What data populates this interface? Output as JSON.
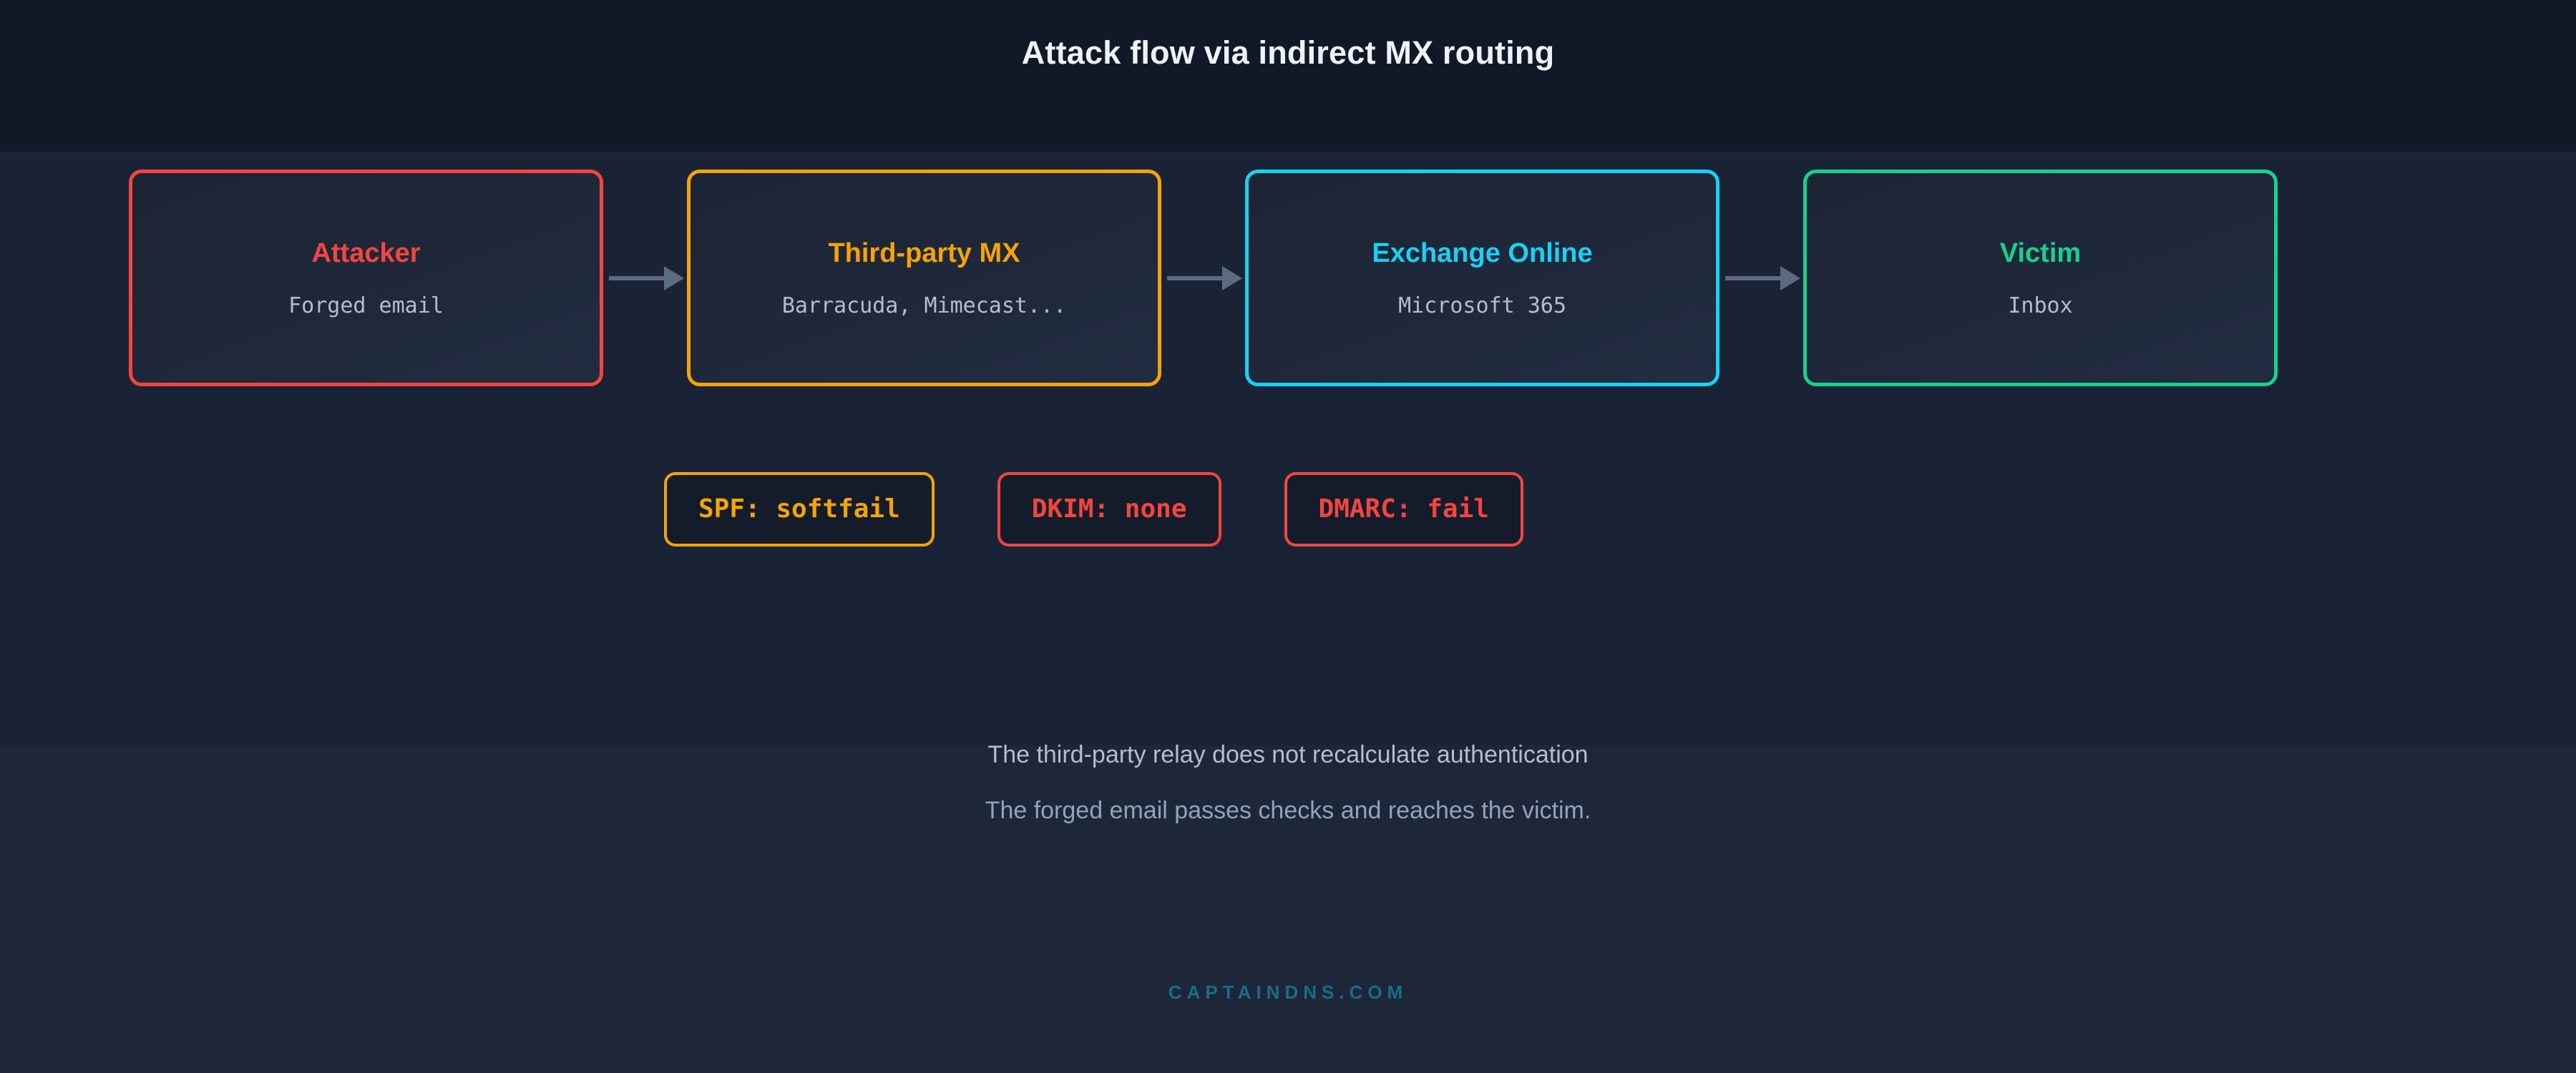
{
  "title": "Attack flow via indirect MX routing",
  "background": {
    "top": "#111827",
    "mid": "#1a2335",
    "bottom": "#1e2639"
  },
  "flow": {
    "arrow_color": "#5d6b80",
    "nodes": [
      {
        "name": "attacker",
        "title": "Attacker",
        "subtitle": "Forged email",
        "color": "#f4453f"
      },
      {
        "name": "third-party-mx",
        "title": "Third-party MX",
        "subtitle": "Barracuda, Mimecast...",
        "color": "#f5a306"
      },
      {
        "name": "exchange-online",
        "title": "Exchange Online",
        "subtitle": "Microsoft 365",
        "color": "#15d3f5"
      },
      {
        "name": "victim",
        "title": "Victim",
        "subtitle": "Inbox",
        "color": "#16d28c"
      }
    ]
  },
  "auth_badges": [
    {
      "name": "spf",
      "label": "SPF: softfail",
      "color": "#f5a306"
    },
    {
      "name": "dkim",
      "label": "DKIM: none",
      "color": "#f4453f"
    },
    {
      "name": "dmarc",
      "label": "DMARC: fail",
      "color": "#f4453f"
    }
  ],
  "caption": {
    "line1": "The third-party relay does not recalculate authentication",
    "line2": "The forged email passes checks and reaches the victim."
  },
  "footer": {
    "watermark": "CAPTAINDNS.COM",
    "color": "#1b6c88"
  }
}
